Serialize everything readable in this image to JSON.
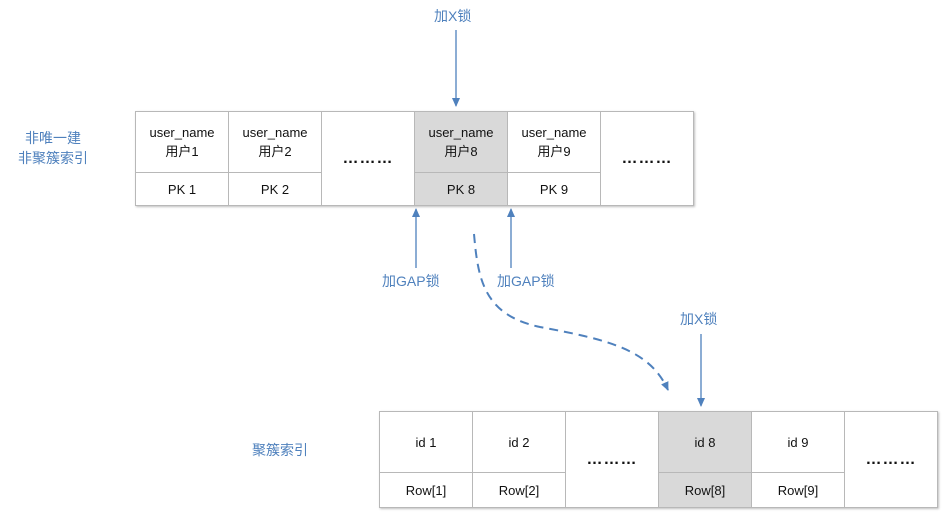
{
  "left_labels": {
    "secondary_index_line1": "非唯一建",
    "secondary_index_line2": "非聚簇索引",
    "clustered_index": "聚簇索引"
  },
  "annotations": {
    "x_lock_top": "加X锁",
    "gap_lock_left": "加GAP锁",
    "gap_lock_right": "加GAP锁",
    "x_lock_bottom": "加X锁"
  },
  "secondary_index": {
    "cells": [
      {
        "line1": "user_name",
        "line2": "用户1",
        "pk": "PK 1",
        "highlighted": false
      },
      {
        "line1": "user_name",
        "line2": "用户2",
        "pk": "PK 2",
        "highlighted": false
      },
      {
        "ellipsis": "………"
      },
      {
        "line1": "user_name",
        "line2": "用户8",
        "pk": "PK 8",
        "highlighted": true
      },
      {
        "line1": "user_name",
        "line2": "用户9",
        "pk": "PK 9",
        "highlighted": false
      },
      {
        "ellipsis": "………"
      }
    ]
  },
  "clustered_index": {
    "cells": [
      {
        "id": "id 1",
        "row": "Row[1]",
        "highlighted": false
      },
      {
        "id": "id 2",
        "row": "Row[2]",
        "highlighted": false
      },
      {
        "ellipsis": "………"
      },
      {
        "id": "id 8",
        "row": "Row[8]",
        "highlighted": true
      },
      {
        "id": "id 9",
        "row": "Row[9]",
        "highlighted": false
      },
      {
        "ellipsis": "………"
      }
    ]
  },
  "colors": {
    "accent": "#4f81bd",
    "highlight": "#d9d9d9",
    "border": "#b8b8b8"
  }
}
